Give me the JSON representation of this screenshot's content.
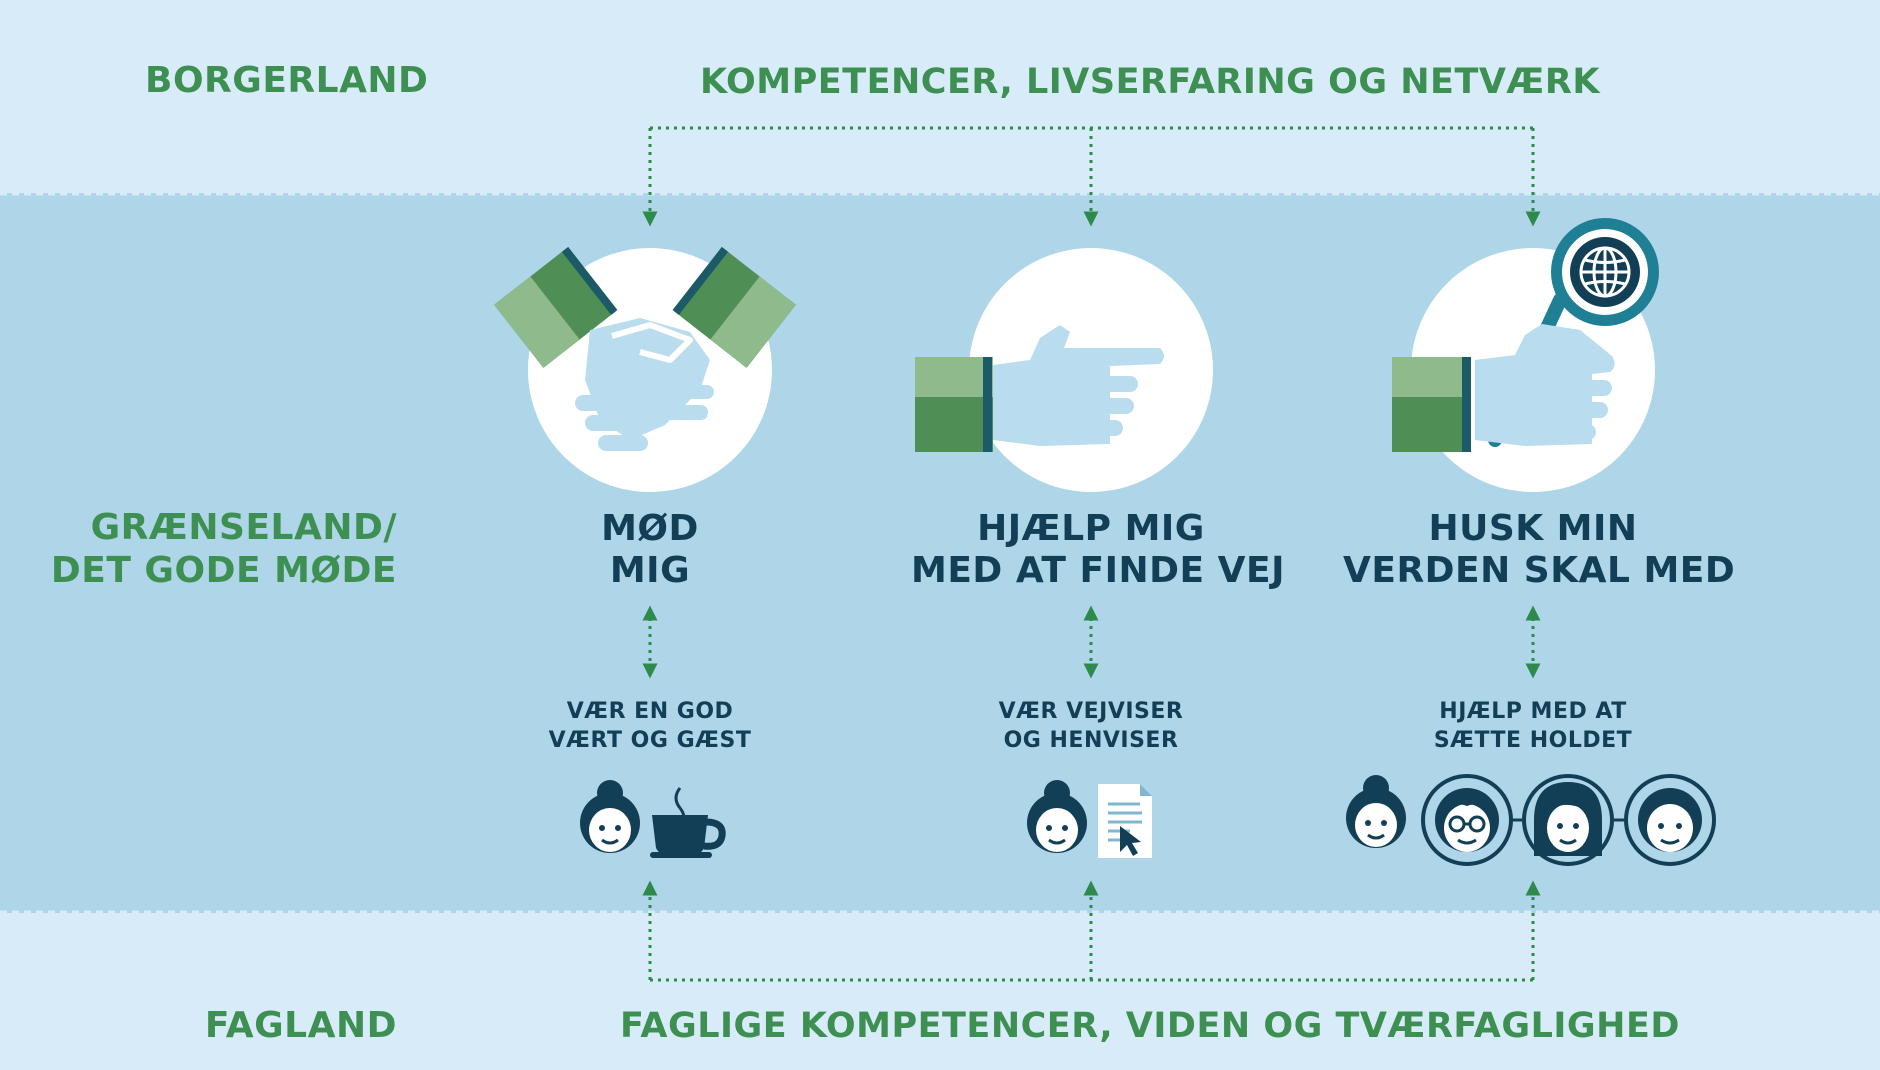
{
  "zones": {
    "top": "BORGERLAND",
    "middle": [
      "GRÆNSELAND/",
      "DET GODE MØDE"
    ],
    "bottom": "FAGLAND"
  },
  "headings": {
    "top": "KOMPETENCER, LIVSERFARING OG NETVÆRK",
    "bottom": "FAGLIGE KOMPETENCER, VIDEN OG TVÆRFAGLIGHED"
  },
  "panels": [
    {
      "id": "mod-mig",
      "title": [
        "MØD",
        "MIG"
      ],
      "subtitle": [
        "VÆR EN GOD",
        "VÆRT OG GÆST"
      ],
      "icons": [
        "handshake-icon",
        "woman-icon",
        "coffee-cup-icon"
      ]
    },
    {
      "id": "hjaelp-mig",
      "title": [
        "HJÆLP MIG",
        "MED AT FINDE VEJ"
      ],
      "subtitle": [
        "VÆR VEJVISER",
        "OG HENVISER"
      ],
      "icons": [
        "pointing-hand-icon",
        "woman-icon",
        "document-cursor-icon"
      ]
    },
    {
      "id": "husk-min-verden",
      "title": [
        "HUSK MIN",
        "VERDEN SKAL MED"
      ],
      "subtitle": [
        "HJÆLP MED AT",
        "SÆTTE HOLDET"
      ],
      "icons": [
        "hand-magnifier-globe-icon",
        "woman-icon",
        "man-glasses-icon",
        "woman-hair-icon",
        "boy-icon"
      ]
    }
  ],
  "colors": {
    "light_band": "#d7ecf8",
    "middle_band": "#aed5e8",
    "green_text": "#3e8f52",
    "navy_text": "#123e56",
    "arrow_green": "#2e8a4a",
    "cuff_dark": "#4f8f56",
    "cuff_light": "#8fba8c",
    "icon_navy": "#123e56"
  }
}
